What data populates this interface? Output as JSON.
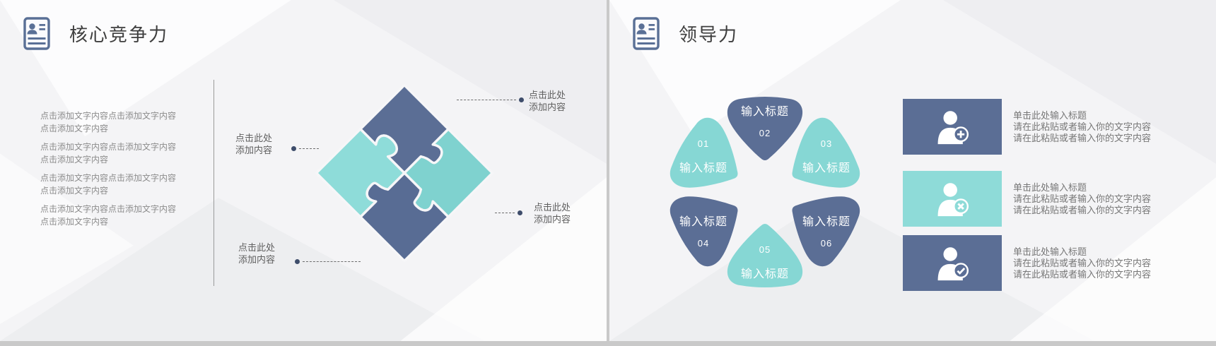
{
  "colors": {
    "dark_blue": "#5b6e95",
    "dark_blue_deep": "#586c94",
    "teal": "#86d7d4",
    "teal_light": "#8edcd9",
    "teal_dark": "#7fd2cf",
    "card_teal": "#8edbd8",
    "divider_gray": "#c9c9c9",
    "title_text": "#3e3e3e",
    "body_text": "#8c8c8c",
    "leader_dot": "#3e4d6b"
  },
  "slide_left": {
    "title": "核心竞争力",
    "paragraphs": [
      "点击添加文字内容点击添加文字内容点击添加文字内容",
      "点击添加文字内容点击添加文字内容点击添加文字内容",
      "点击添加文字内容点击添加文字内容点击添加文字内容",
      "点击添加文字内容点击添加文字内容点击添加文字内容"
    ],
    "callout_left": {
      "line1": "点击此处",
      "line2": "添加内容"
    },
    "callout_top_right": {
      "line1": "点击此处",
      "line2": "添加内容"
    },
    "callout_bottom_right": {
      "line1": "点击此处",
      "line2": "添加内容"
    },
    "callout_bottom_left": {
      "line1": "点击此处",
      "line2": "添加内容"
    }
  },
  "slide_right": {
    "title": "领导力",
    "petals": [
      {
        "number": "01",
        "title": "输入标题"
      },
      {
        "number": "02",
        "title": "输入标题"
      },
      {
        "number": "03",
        "title": "输入标题"
      },
      {
        "number": "04",
        "title": "输入标题"
      },
      {
        "number": "05",
        "title": "输入标题"
      },
      {
        "number": "06",
        "title": "输入标题"
      }
    ],
    "cards": [
      {
        "icon": "user-add-icon",
        "heading": "单击此处输入标题",
        "line2": "请在此粘贴或者输入你的文字内容",
        "line3": "请在此粘贴或者输入你的文字内容"
      },
      {
        "icon": "user-remove-icon",
        "heading": "单击此处输入标题",
        "line2": "请在此粘贴或者输入你的文字内容",
        "line3": "请在此粘贴或者输入你的文字内容"
      },
      {
        "icon": "user-check-icon",
        "heading": "单击此处输入标题",
        "line2": "请在此粘贴或者输入你的文字内容",
        "line3": "请在此粘贴或者输入你的文字内容"
      }
    ]
  }
}
